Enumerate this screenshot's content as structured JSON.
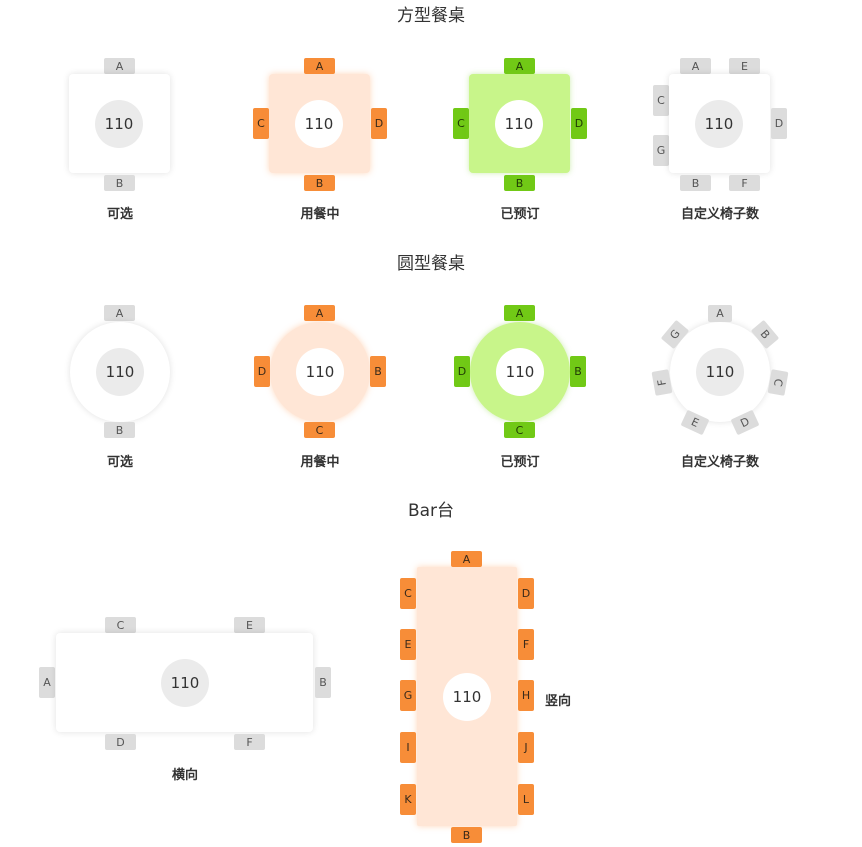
{
  "sections": {
    "square": "方型餐桌",
    "round": "圆型餐桌",
    "bar": "Bar台"
  },
  "status": {
    "available": "可选",
    "dining": "用餐中",
    "reserved": "已预订",
    "custom": "自定义椅子数"
  },
  "bar_orientation": {
    "horizontal": "横向",
    "vertical": "竖向"
  },
  "table_number": "110",
  "seats": {
    "A": "A",
    "B": "B",
    "C": "C",
    "D": "D",
    "E": "E",
    "F": "F",
    "G": "G",
    "H": "H",
    "I": "I",
    "J": "J",
    "K": "K",
    "L": "L"
  },
  "colors": {
    "seat_available": "#dcdcdc",
    "seat_dining": "#f78d38",
    "seat_reserved": "#71c916",
    "table_dining": "#ffe6d6",
    "table_reserved": "#c8f58a"
  }
}
